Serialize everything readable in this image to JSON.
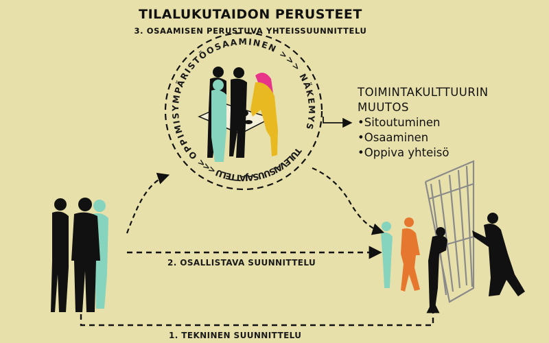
{
  "title": "TILALUKUTAIDON PERUSTEET",
  "subtitle": "3. OSAAMISEN PERUSTUVA YHTEISSUUNNITTELU",
  "circle": {
    "upper_text": "OPPIMISYMPÄRISTÖOSAAMINEN >>> NÄKEMYS",
    "lower_text": "TULEVAISUUSAJATTELU <<<"
  },
  "culture_change": {
    "heading_line1": "TOIMINTAKULTTUURIN",
    "heading_line2": "MUUTOS",
    "bullets": [
      "Sitoutuminen",
      "Osaaminen",
      "Oppiva yhteisö"
    ]
  },
  "paths": {
    "participatory": "2. OSALLISTAVA SUUNNITTELU",
    "technical": "1. TEKNINEN SUUNNITTELU"
  },
  "colors": {
    "background": "#e8e0aa",
    "black": "#111111",
    "teal": "#86d4bd",
    "pink": "#e8358a",
    "yellow": "#e8b920",
    "orange": "#e6772e"
  }
}
